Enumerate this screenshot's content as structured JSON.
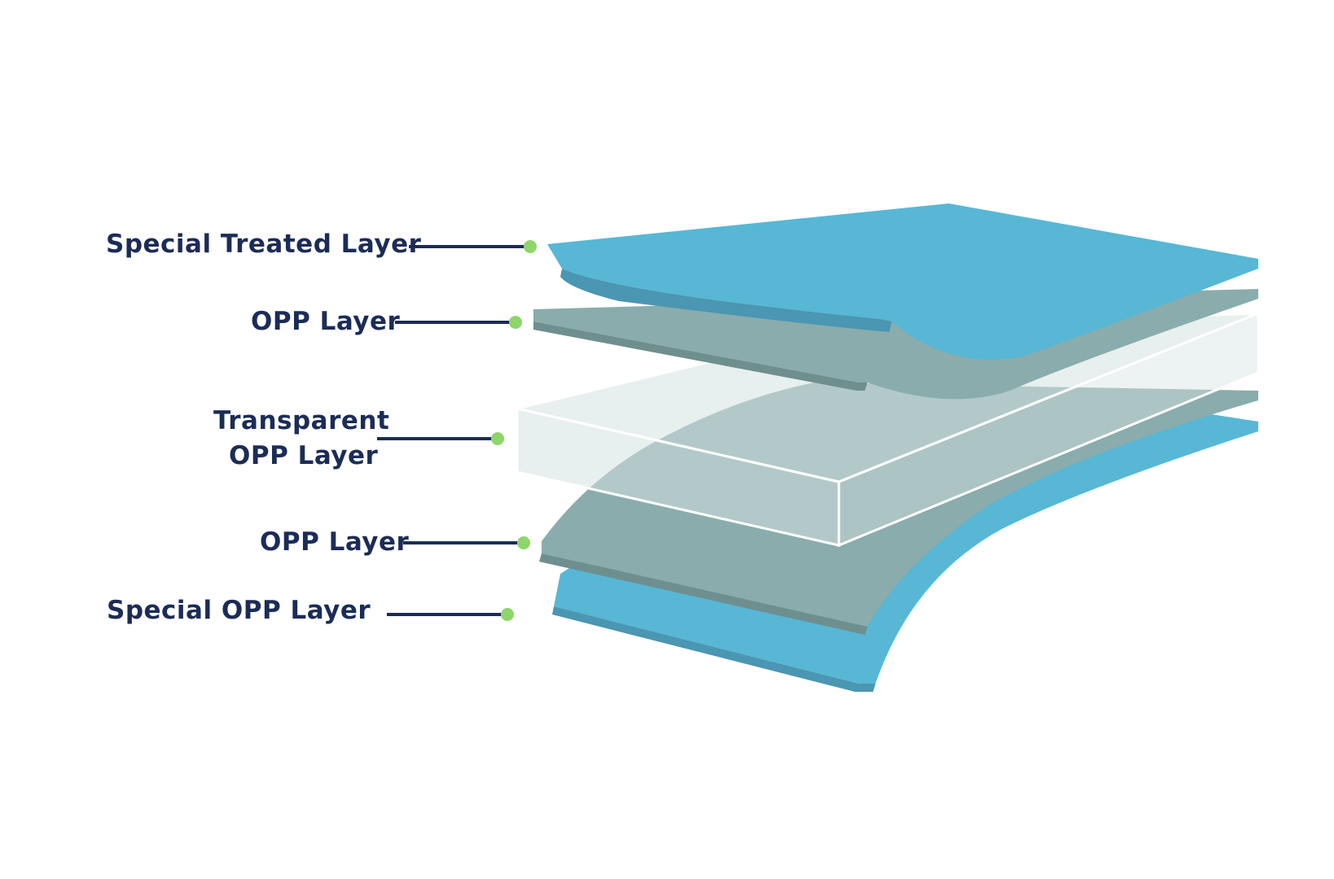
{
  "layers": [
    {
      "id": "special-treated",
      "label_lines": [
        "Special Treated Layer"
      ]
    },
    {
      "id": "opp-top",
      "label_lines": [
        "OPP Layer"
      ]
    },
    {
      "id": "transparent-opp",
      "label_lines": [
        "Transparent",
        "OPP Layer"
      ]
    },
    {
      "id": "opp-bottom",
      "label_lines": [
        "OPP Layer"
      ]
    },
    {
      "id": "special-opp",
      "label_lines": [
        "Special OPP Layer"
      ]
    }
  ],
  "colors": {
    "blue_layer": "#57b7d5",
    "blue_layer_edge": "#4a96b3",
    "grey_layer": "#8aacac",
    "grey_layer_edge": "#6f8f8f",
    "transparent_layer": "#d6e2e2",
    "label_text": "#1b2c57",
    "leader_line": "#1b2c57",
    "connector_dot": "#8ed56a"
  }
}
